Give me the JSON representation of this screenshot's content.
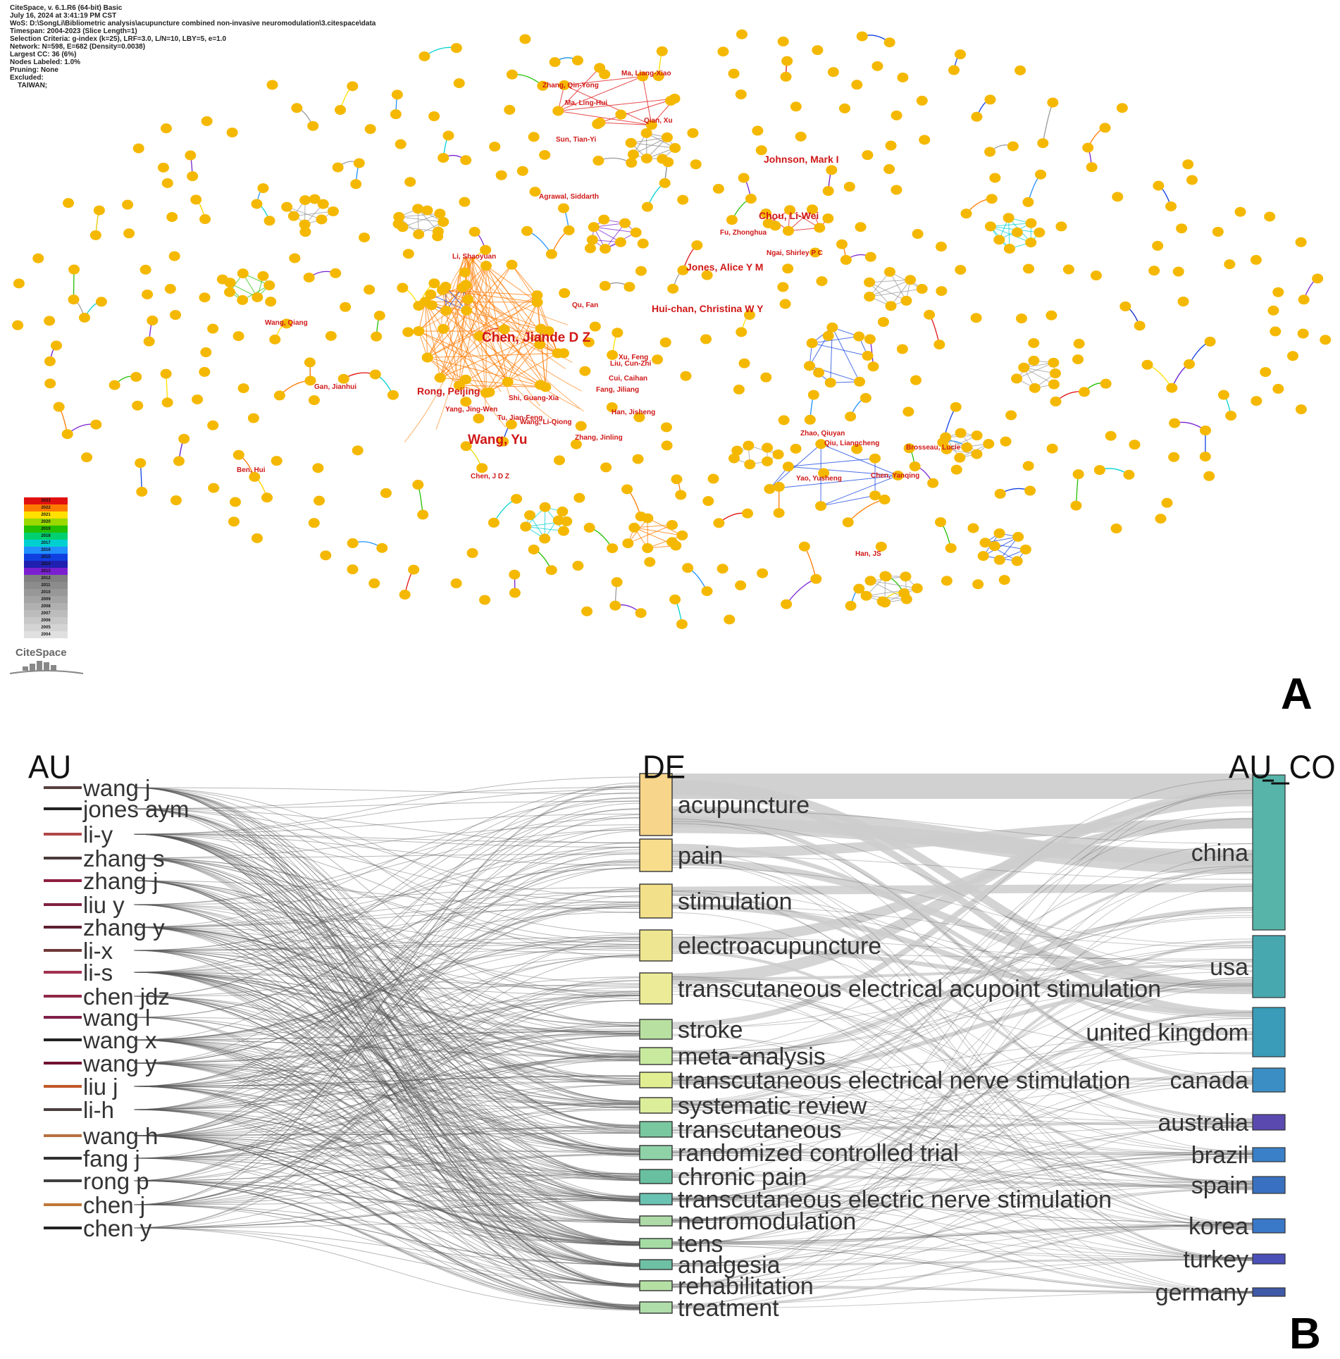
{
  "info": {
    "lines": [
      "CiteSpace, v. 6.1.R6 (64-bit) Basic",
      "July 16, 2024 at 3:41:19 PM CST",
      "WoS: D:\\SongLi\\Bibliometric analysis\\acupuncture combined  non-invasive neuromodulation\\3.citespace\\data",
      "Timespan: 2004-2023 (Slice Length=1)",
      "Selection Criteria: g-index (k=25), LRF=3.0, L/N=10, LBY=5, e=1.0",
      "Network: N=598, E=682 (Density=0.0038)",
      "Largest CC: 36 (6%)",
      "Nodes Labeled: 1.0%",
      "Pruning: None",
      "Excluded:",
      "    TAIWAN;"
    ]
  },
  "panel_labels": {
    "a": "A",
    "b": "B"
  },
  "logo": "CiteSpace",
  "colors": {
    "node": "#f5b800",
    "label": "#d01818",
    "au_bar": "#333333",
    "flow": "#cccccc",
    "link": "#555555"
  },
  "legend_years": [
    "2023",
    "2022",
    "2021",
    "2020",
    "2019",
    "2018",
    "2017",
    "2016",
    "2015",
    "2014",
    "2013",
    "2012",
    "2011",
    "2010",
    "2009",
    "2008",
    "2007",
    "2006",
    "2005",
    "2004"
  ],
  "legend_colors": [
    "#e01010",
    "#ff7a00",
    "#ffe000",
    "#9ad800",
    "#22c000",
    "#00d070",
    "#00d0d0",
    "#2090ff",
    "#1040e0",
    "#2020b0",
    "#7a20d0",
    "#808080",
    "#8c8c8c",
    "#989898",
    "#a4a4a4",
    "#b0b0b0",
    "#bcbcbc",
    "#c8c8c8",
    "#d4d4d4",
    "#e0e0e0"
  ],
  "network_labels": [
    {
      "text": "Zhang, Qin-Yong",
      "size": "s"
    },
    {
      "text": "Ma, Liang-Xiao",
      "size": "s"
    },
    {
      "text": "Ma, Ling-Hui",
      "size": "s"
    },
    {
      "text": "Qian, Xu",
      "size": "s"
    },
    {
      "text": "Sun, Tian-Yi",
      "size": "s"
    },
    {
      "text": "Johnson, Mark I",
      "size": "m"
    },
    {
      "text": "Agrawal, Siddarth",
      "size": "s"
    },
    {
      "text": "Chou, Li-Wei",
      "size": "m"
    },
    {
      "text": "Fu, Zhonghua",
      "size": "s"
    },
    {
      "text": "Ngai, Shirley P C",
      "size": "s"
    },
    {
      "text": "Li, Shaoyuan",
      "size": "s"
    },
    {
      "text": "Jones, Alice Y M",
      "size": "m"
    },
    {
      "text": "Qu, Fan",
      "size": "s"
    },
    {
      "text": "Hui-chan, Christina W Y",
      "size": "m"
    },
    {
      "text": "Wang, Qiang",
      "size": "s"
    },
    {
      "text": "Chen, Jiande D Z",
      "size": "l"
    },
    {
      "text": "Xu, Feng",
      "size": "s"
    },
    {
      "text": "Liu, Cun-Zhi",
      "size": "s"
    },
    {
      "text": "Cui, Caihan",
      "size": "s"
    },
    {
      "text": "Gan, Jianhui",
      "size": "s"
    },
    {
      "text": "Rong, Peijing",
      "size": "m"
    },
    {
      "text": "Shi, Guang-Xia",
      "size": "s"
    },
    {
      "text": "Fang, Jiliang",
      "size": "s"
    },
    {
      "text": "Yang, Jing-Wen",
      "size": "s"
    },
    {
      "text": "Tu, Jian-Feng",
      "size": "s"
    },
    {
      "text": "Wang, Li-Qiong",
      "size": "s"
    },
    {
      "text": "Han, Jisheng",
      "size": "s"
    },
    {
      "text": "Wang, Yu",
      "size": "l"
    },
    {
      "text": "Zhang, Jinling",
      "size": "s"
    },
    {
      "text": "Zhao, Qiuyan",
      "size": "s"
    },
    {
      "text": "Qiu, Liangcheng",
      "size": "s"
    },
    {
      "text": "Brosseau, Lucie",
      "size": "s"
    },
    {
      "text": "Ben, Hui",
      "size": "s"
    },
    {
      "text": "Chen, J D Z",
      "size": "s"
    },
    {
      "text": "Yao, Yusheng",
      "size": "s"
    },
    {
      "text": "Chen, Yanqing",
      "size": "s"
    },
    {
      "text": "Han, JS",
      "size": "s"
    }
  ],
  "sankey": {
    "columns": {
      "left": "AU",
      "middle": "DE",
      "right": "AU_CO"
    },
    "authors": [
      "wang j",
      "jones aym",
      "li-y",
      "zhang s",
      "zhang j",
      "liu y",
      "zhang y",
      "li-x",
      "li-s",
      "chen jdz",
      "wang l",
      "wang x",
      "wang y",
      "liu j",
      "li-h",
      "wang h",
      "fang j",
      "rong p",
      "chen j",
      "chen y"
    ],
    "author_colors": [
      "#5a4040",
      "#222222",
      "#b04848",
      "#4a3a3a",
      "#902040",
      "#802040",
      "#602030",
      "#703838",
      "#a03050",
      "#902848",
      "#802048",
      "#222222",
      "#701030",
      "#c05828",
      "#4a4040",
      "#b87040",
      "#303030",
      "#404040",
      "#c07838",
      "#222222"
    ],
    "keywords": [
      "acupuncture",
      "pain",
      "stimulation",
      "electroacupuncture",
      "transcutaneous electrical acupoint stimulation",
      "stroke",
      "meta-analysis",
      "transcutaneous electrical nerve stimulation",
      "systematic review",
      "transcutaneous",
      "randomized controlled trial",
      "chronic pain",
      "transcutaneous electric nerve stimulation",
      "neuromodulation",
      "tens",
      "analgesia",
      "rehabilitation",
      "treatment"
    ],
    "keyword_colors": [
      "#f7d58a",
      "#f7dd8c",
      "#f2e08a",
      "#efe692",
      "#ecec98",
      "#b8e0a0",
      "#c8ea9e",
      "#e2ee92",
      "#dcee9a",
      "#7ac8a0",
      "#90d2a8",
      "#68c0a0",
      "#6ac2b2",
      "#aedaa8",
      "#a4dca4",
      "#6ec0a4",
      "#b4e0a4",
      "#b0deaa"
    ],
    "countries": [
      "china",
      "usa",
      "united kingdom",
      "canada",
      "australia",
      "brazil",
      "spain",
      "korea",
      "turkey",
      "germany"
    ],
    "country_colors": [
      "#56b4a8",
      "#48a8b0",
      "#3a9cb8",
      "#3a8ec4",
      "#5a4ab0",
      "#3a80c8",
      "#3a70c0",
      "#3a78c8",
      "#4a50b8",
      "#4058a8"
    ]
  }
}
